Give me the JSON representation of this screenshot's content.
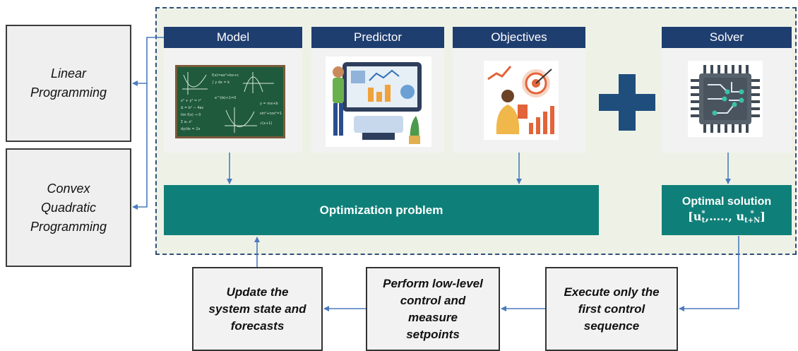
{
  "side_boxes": {
    "linear": "Linear\nProgramming",
    "convex": "Convex\nQuadratic\nProgramming"
  },
  "cards": {
    "model": "Model",
    "predictor": "Predictor",
    "objectives": "Objectives",
    "solver": "Solver"
  },
  "optimization_problem": "Optimization problem",
  "optimal_solution": {
    "label": "Optimal solution",
    "open": "[u",
    "t_sub": "t",
    "mid": ",….., u",
    "tn_sub": "t+N",
    "close": "]",
    "star": "*"
  },
  "steps": {
    "update": "Update the\nsystem state and\nforecasts",
    "perform": "Perform low-level\ncontrol and\nmeasure\nsetpoints",
    "execute": "Execute only the\nfirst control\nsequence"
  },
  "colors": {
    "header_navy": "#1f3e70",
    "teal": "#0f8079",
    "arrow_blue": "#4a7bbf",
    "panel_bg": "#eef2e6",
    "plus": "#1f4e7d"
  }
}
